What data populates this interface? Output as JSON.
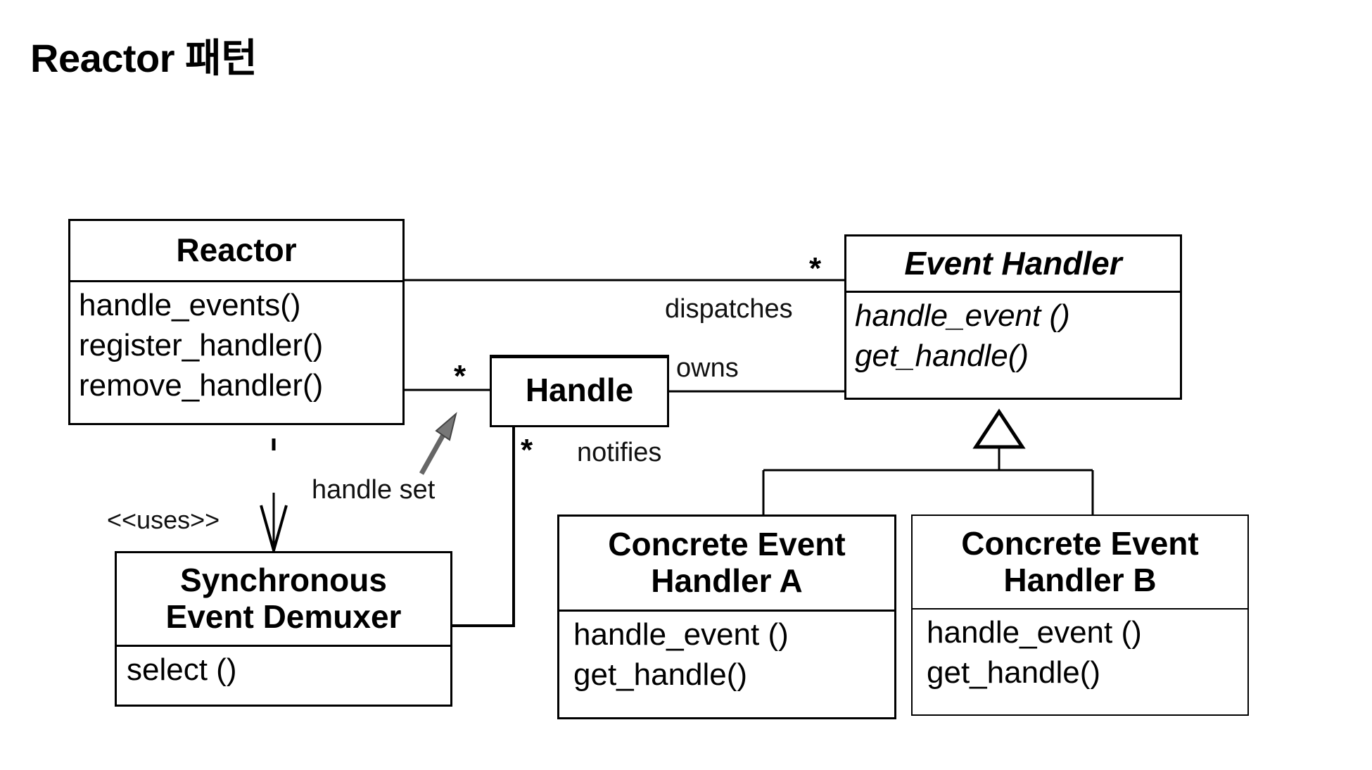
{
  "title": "Reactor 패턴",
  "classes": {
    "reactor": {
      "name": "Reactor",
      "methods": [
        "handle_events()",
        "register_handler()",
        "remove_handler()"
      ]
    },
    "handle": {
      "name": "Handle"
    },
    "event_handler": {
      "name": "Event Handler",
      "methods": [
        "handle_event ()",
        "get_handle()"
      ]
    },
    "demuxer": {
      "name_line1": "Synchronous",
      "name_line2": "Event Demuxer",
      "methods": [
        "select ()"
      ]
    },
    "concrete_a": {
      "name_line1": "Concrete Event",
      "name_line2": "Handler A",
      "methods": [
        "handle_event ()",
        "get_handle()"
      ]
    },
    "concrete_b": {
      "name_line1": "Concrete Event",
      "name_line2": "Handler B",
      "methods": [
        "handle_event ()",
        "get_handle()"
      ]
    }
  },
  "labels": {
    "dispatches": "dispatches",
    "owns": "owns",
    "notifies": "notifies",
    "handle_set": "handle set",
    "uses": "<<uses>>",
    "star": "*"
  }
}
